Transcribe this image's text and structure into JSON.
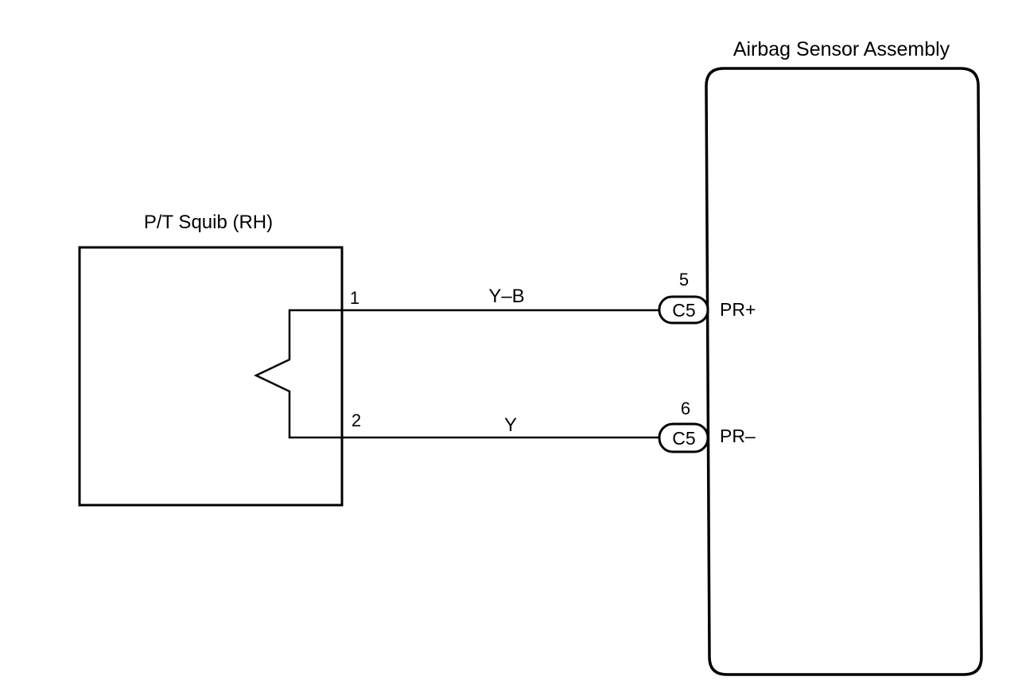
{
  "squib": {
    "title": "P/T Squib (RH)",
    "pin1": "1",
    "pin2": "2"
  },
  "sensor": {
    "title": "Airbag Sensor Assembly",
    "pin5": "5",
    "pin6": "6",
    "conn_top": "C5",
    "conn_bottom": "C5",
    "signal_top": "PR+",
    "signal_bottom": "PR–"
  },
  "wires": {
    "top_color": "Y–B",
    "bottom_color": "Y"
  },
  "colors": {
    "line": "#000000",
    "background": "#ffffff"
  }
}
